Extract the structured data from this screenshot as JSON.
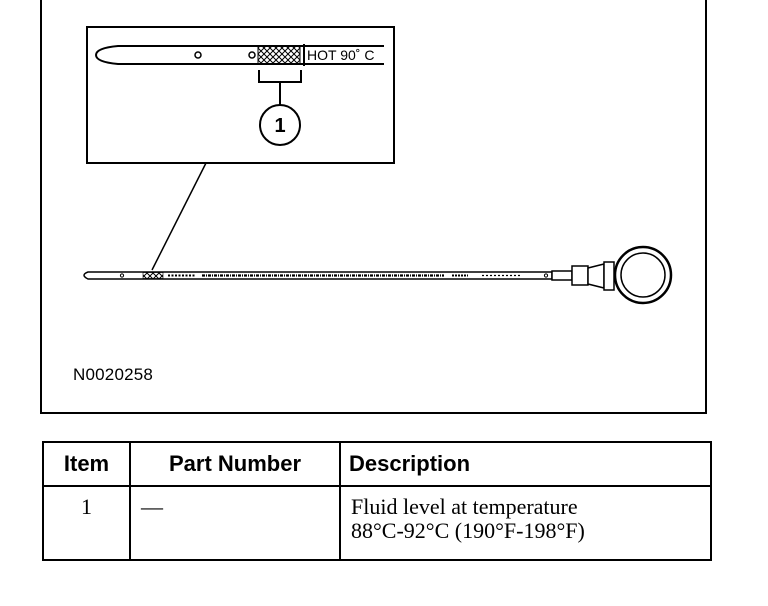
{
  "figure": {
    "callout_label": "HOT 90˚ C",
    "callout_number": "1",
    "figure_id": "N0020258"
  },
  "table": {
    "headers": [
      "Item",
      "Part Number",
      "Description"
    ],
    "rows": [
      {
        "item": "1",
        "part_number": "—",
        "description_lines": [
          "Fluid level at temperature",
          "88°C-92°C (190°F-198°F)"
        ]
      }
    ]
  }
}
